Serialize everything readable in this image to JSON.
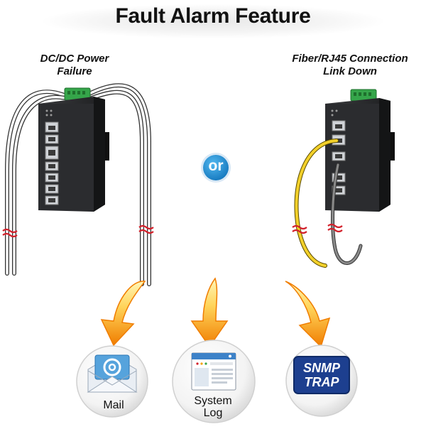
{
  "title": "Fault Alarm Feature",
  "left_scenario": {
    "caption_line1": "DC/DC Power",
    "caption_line2": "Failure"
  },
  "right_scenario": {
    "caption_line1": "Fiber/RJ45 Connection",
    "caption_line2": "Link Down"
  },
  "separator": "or",
  "notifications": {
    "mail": {
      "label": "Mail",
      "icon": "mail-envelope-icon"
    },
    "syslog": {
      "label_line1": "System",
      "label_line2": "Log",
      "icon": "browser-window-icon"
    },
    "snmp": {
      "line1": "SNMP",
      "line2": "TRAP",
      "icon": "snmp-trap-icon"
    }
  },
  "colors": {
    "arrow_orange": "#f07d00",
    "arrow_yellow": "#ffe46a",
    "or_badge": "#1b8ed0",
    "snmp_badge": "#1d3f8f",
    "cable_yellow": "#f2d02a",
    "switch_body": "#2a2b2d",
    "terminal_green": "#35a54a",
    "break_red": "#d2202a"
  }
}
